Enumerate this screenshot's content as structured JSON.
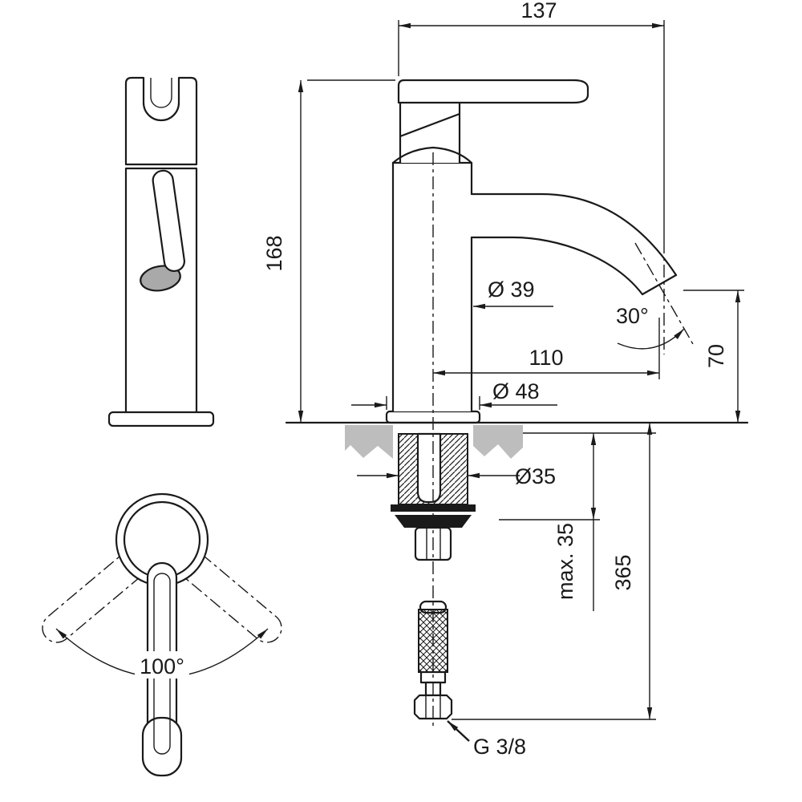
{
  "drawing": {
    "subject": "single-lever basin mixer faucet dimensional drawing",
    "labels": {
      "overall_width": "137",
      "overall_height": "168",
      "body_diameter": "Ø 39",
      "spout_angle": "30°",
      "spout_projection": "110",
      "spout_height": "70",
      "base_diameter": "Ø 48",
      "shank_diameter": "Ø35",
      "max_mounting_thickness": "max. 35",
      "hose_length": "365",
      "connection_thread": "G 3/8",
      "handle_rotation": "100°"
    },
    "colors": {
      "line": "#1a1a1a",
      "deck_gray": "#bdbdbd",
      "knob_gray": "#a9a9a9",
      "background": "#ffffff"
    }
  }
}
